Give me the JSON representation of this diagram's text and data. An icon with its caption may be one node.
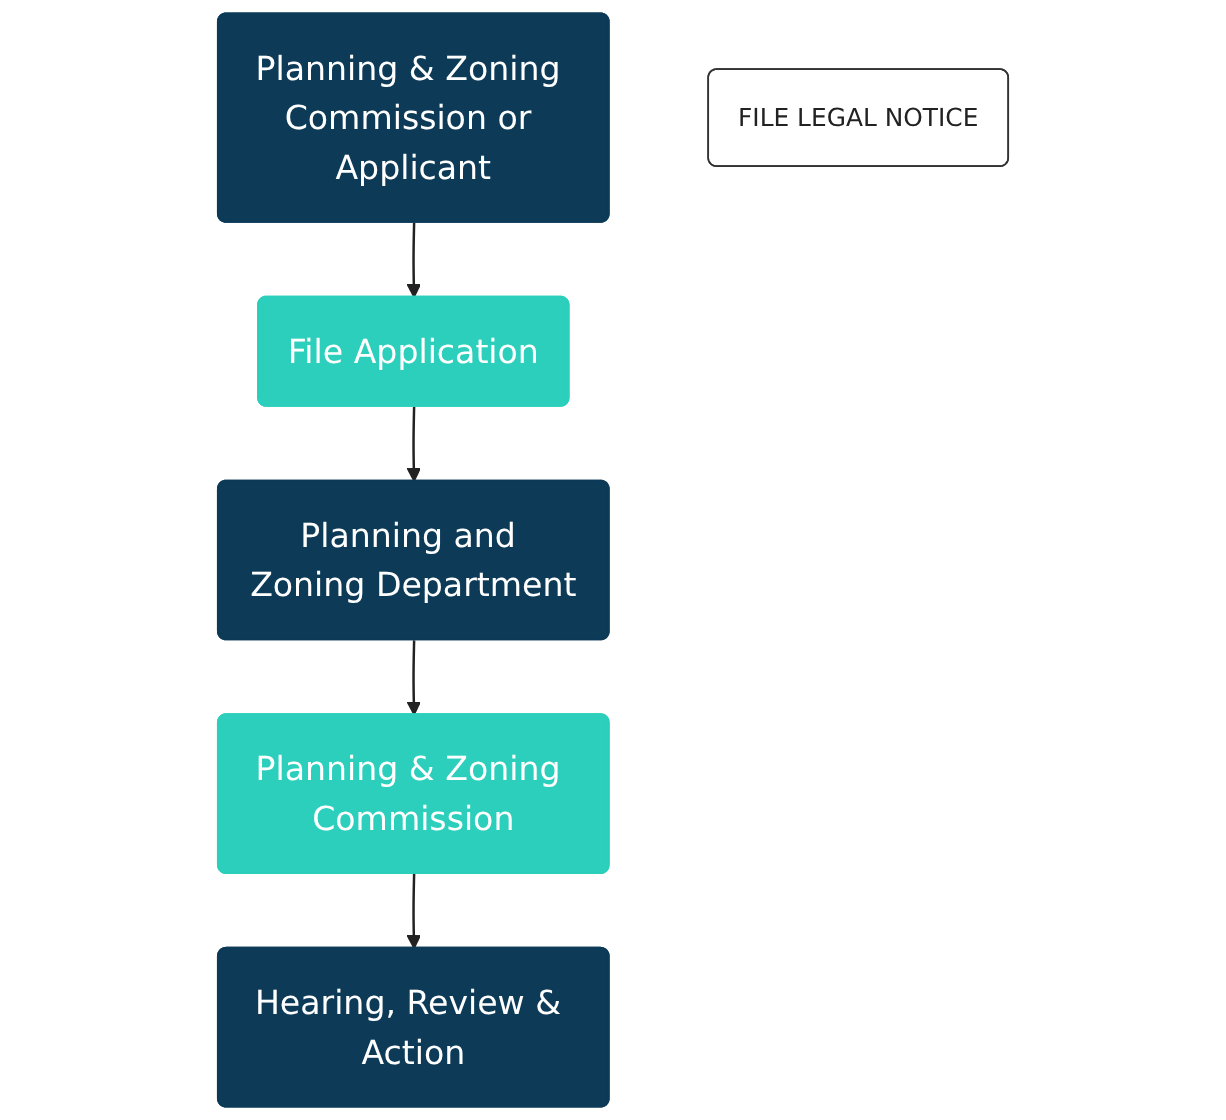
{
  "diagram": {
    "nodes": [
      {
        "text": [
          "Planning & Zoning Commission or Applicant"
        ]
      },
      {
        "text": [
          "File Application"
        ]
      },
      {
        "text": [
          "Planning and Zoning Department"
        ]
      },
      {
        "text": [
          "Planning & Zoning Commission"
        ]
      },
      {
        "text": [
          "Hearing, Review & Action"
        ]
      },
      {
        "text": [
          "FILE LEGAL NOTICE"
        ]
      }
    ],
    "edges": [
      {
        "from": 0,
        "to": 1,
        "arrow": "to"
      },
      {
        "from": 1,
        "to": 2,
        "arrow": "to"
      },
      {
        "from": 2,
        "to": 3,
        "arrow": "to"
      },
      {
        "from": 3,
        "to": 4,
        "arrow": "to"
      }
    ]
  }
}
